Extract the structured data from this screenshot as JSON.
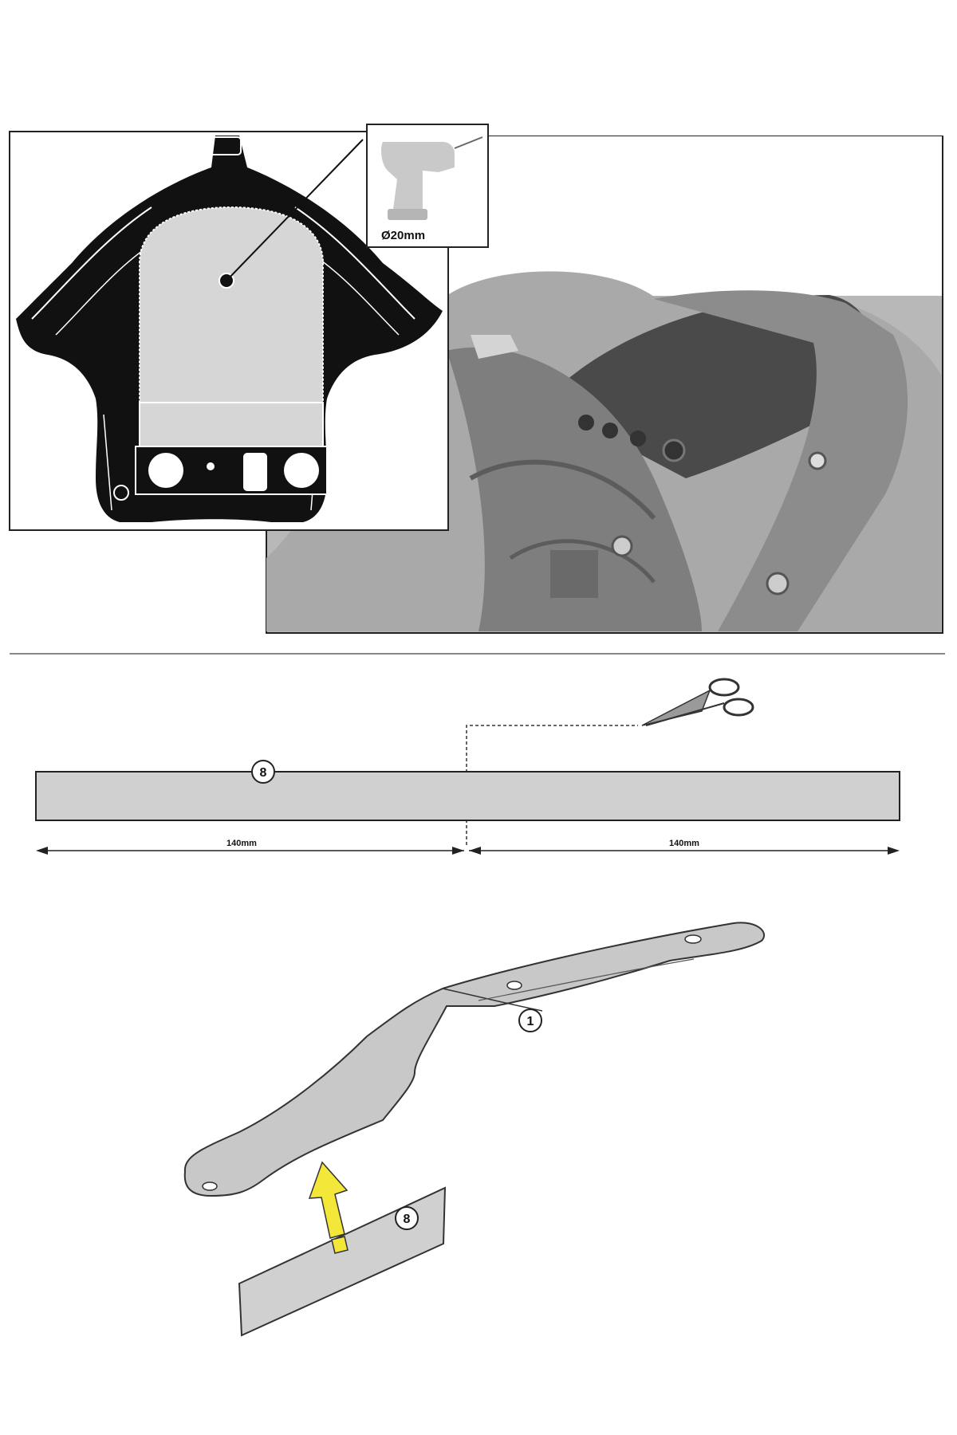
{
  "panel_top": {
    "drill_label": "Ø20mm"
  },
  "strip": {
    "part_number": "8",
    "dim_left": "140mm",
    "dim_right": "140mm"
  },
  "bracket": {
    "part_number": "1",
    "strip_part_number": "8"
  },
  "colors": {
    "panel_black": "#111111",
    "part_grey": "#d0d0d0",
    "photo_grey": "#9a9a9a",
    "arrow_yellow": "#f3e83a"
  }
}
